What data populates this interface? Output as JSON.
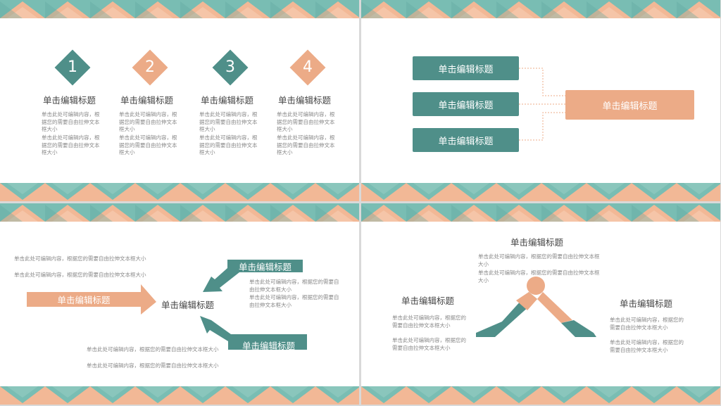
{
  "colors": {
    "teal": "#4f8f89",
    "peach": "#ecab87",
    "light_teal": "#7cc1b7",
    "light_peach": "#f6c9ae"
  },
  "slide1": {
    "items": [
      {
        "number": "1",
        "title": "单击编辑标题",
        "body1": "单击此处可编辑内容，根据您的需要自由拉伸文本框大小",
        "body2": "单击此处可编辑内容，根据您的需要自由拉伸文本框大小"
      },
      {
        "number": "2",
        "title": "单击编辑标题",
        "body1": "单击此处可编辑内容，根据您的需要自由拉伸文本框大小",
        "body2": "单击此处可编辑内容，根据您的需要自由拉伸文本框大小"
      },
      {
        "number": "3",
        "title": "单击编辑标题",
        "body1": "单击此处可编辑内容，根据您的需要自由拉伸文本框大小",
        "body2": "单击此处可编辑内容，根据您的需要自由拉伸文本框大小"
      },
      {
        "number": "4",
        "title": "单击编辑标题",
        "body1": "单击此处可编辑内容，根据您的需要自由拉伸文本框大小",
        "body2": "单击此处可编辑内容，根据您的需要自由拉伸文本框大小"
      }
    ]
  },
  "slide2": {
    "left_boxes": [
      "单击编辑标题",
      "单击编辑标题",
      "单击编辑标题"
    ],
    "right_box": "单击编辑标题"
  },
  "slide3": {
    "left_text1": "单击此处可编辑内容，根据您的需要自由拉伸文本框大小",
    "left_text2": "单击此处可编辑内容，根据您的需要自由拉伸文本框大小",
    "left_arrow_label": "单击编辑标题",
    "center_title": "单击编辑标题",
    "top_arrow_label": "单击编辑标题",
    "bottom_arrow_label": "单击编辑标题",
    "right_text1": "单击此处可编辑内容，根据您的需要自由拉伸文本框大小",
    "right_text2": "单击此处可编辑内容，根据您的需要自由拉伸文本框大小",
    "bottom_text1": "单击此处可编辑内容，根据您的需要自由拉伸文本框大小",
    "bottom_text2": "单击此处可编辑内容，根据您的需要自由拉伸文本框大小"
  },
  "slide4": {
    "top_title": "单击编辑标题",
    "top_text1": "单击此处可编辑内容，根据您的需要自由拉伸文本框大小",
    "top_text2": "单击此处可编辑内容，根据您的需要自由拉伸文本框大小",
    "left_title": "单击编辑标题",
    "left_text1": "单击此处可编辑内容，根据您的需要自由拉伸文本框大小",
    "left_text2": "单击此处可编辑内容，根据您的需要自由拉伸文本框大小",
    "right_title": "单击编辑标题",
    "right_text1": "单击此处可编辑内容，根据您的需要自由拉伸文本框大小",
    "right_text2": "单击此处可编辑内容，根据您的需要自由拉伸文本框大小"
  }
}
